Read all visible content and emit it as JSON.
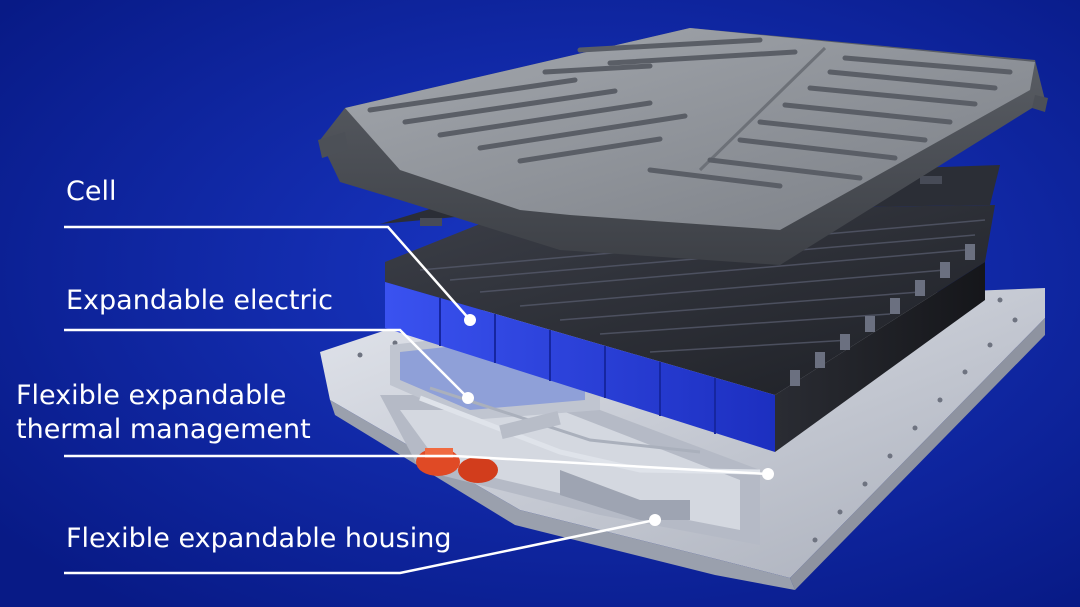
{
  "labels": {
    "cell": "Cell",
    "expandable_electric": "Expandable electric",
    "thermal_line1": "Flexible expandable",
    "thermal_line2": "thermal management",
    "housing": "Flexible expandable housing"
  },
  "colors": {
    "background": "#0a1f96",
    "cell_blue": "#2a3fe0",
    "lid_grey": "#8b8f96",
    "housing_silver": "#c9cdd6",
    "pump_orange": "#e04a25",
    "leader_line": "#ffffff"
  }
}
